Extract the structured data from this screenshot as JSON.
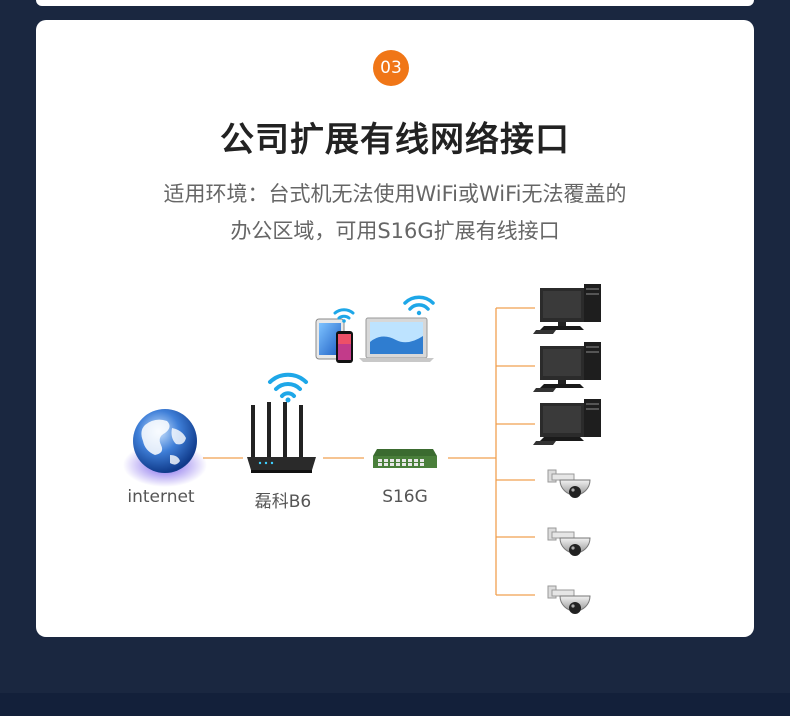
{
  "section": {
    "number": "03",
    "title": "公司扩展有线网络接口",
    "description_line1": "适用环境：台式机无法使用WiFi或WiFi无法覆盖的",
    "description_line2": "办公区域，可用S16G扩展有线接口"
  },
  "diagram": {
    "nodes": [
      {
        "label": "internet",
        "icon": "globe-icon"
      },
      {
        "label": "磊科B6",
        "icon": "router-icon"
      },
      {
        "label": "S16G",
        "icon": "switch-icon"
      }
    ],
    "wireless_devices": [
      "tablet-icon",
      "phone-icon",
      "laptop-icon"
    ],
    "endpoints": [
      "desktop-pc-icon",
      "desktop-pc-icon",
      "desktop-pc-icon",
      "dome-camera-icon",
      "dome-camera-icon",
      "dome-camera-icon"
    ],
    "colors": {
      "accent": "#f07617",
      "connector": "#f0a050",
      "wifi": "#1ea7e8",
      "background": "#1a2740"
    }
  }
}
